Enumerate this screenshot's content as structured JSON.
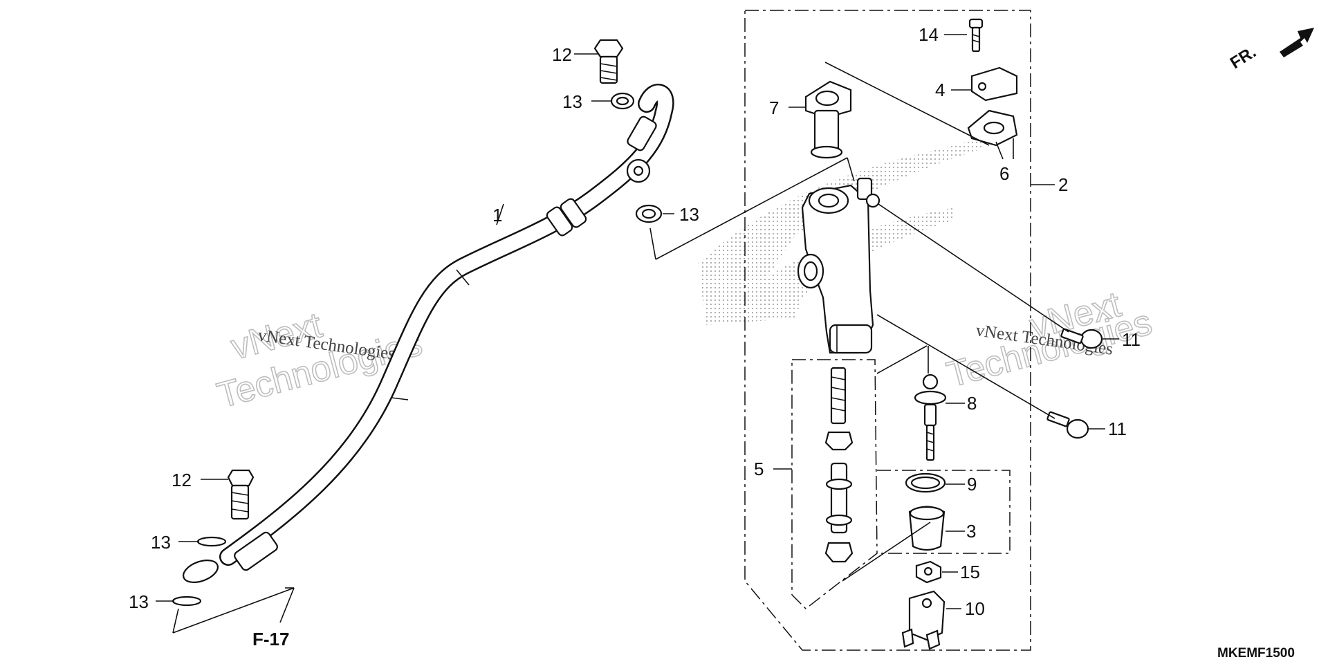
{
  "callouts": {
    "c1": "1",
    "c2": "2",
    "c3": "3",
    "c4": "4",
    "c5": "5",
    "c6": "6",
    "c7": "7",
    "c8": "8",
    "c9": "9",
    "c10": "10",
    "c11a": "11",
    "c11b": "11",
    "c12a": "12",
    "c12b": "12",
    "c13a": "13",
    "c13b": "13",
    "c13c": "13",
    "c13d": "13",
    "c14": "14",
    "c15": "15"
  },
  "reference": "F-17",
  "direction_label": "FR.",
  "diagram_code": "MKEMF1500",
  "watermark": {
    "small": "vNext Technologies",
    "big_line1": "vNext",
    "big_line2": "Technologies"
  }
}
